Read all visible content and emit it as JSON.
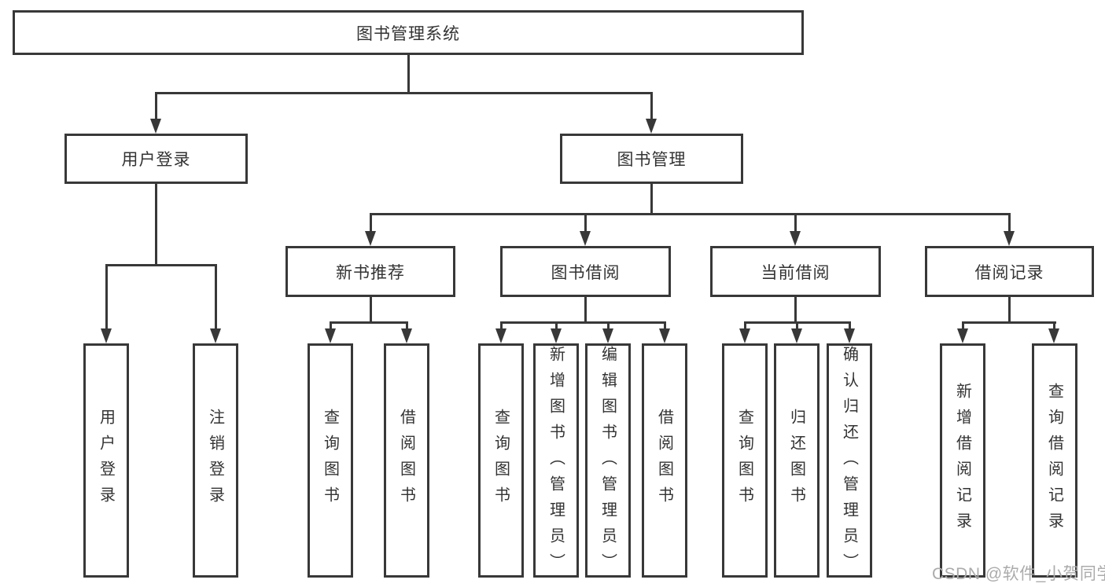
{
  "tree": {
    "root": {
      "label": "图书管理系统"
    },
    "branches": [
      {
        "label": "用户登录",
        "children": [
          {
            "label": "用户登录"
          },
          {
            "label": "注销登录"
          }
        ]
      },
      {
        "label": "图书管理",
        "children": [
          {
            "label": "新书推荐",
            "children": [
              {
                "label": "查询图书"
              },
              {
                "label": "借阅图书"
              }
            ]
          },
          {
            "label": "图书借阅",
            "children": [
              {
                "label": "查询图书"
              },
              {
                "label": "新增图书（管理员）"
              },
              {
                "label": "编辑图书（管理员）"
              },
              {
                "label": "借阅图书"
              }
            ]
          },
          {
            "label": "当前借阅",
            "children": [
              {
                "label": "查询图书"
              },
              {
                "label": "归还图书"
              },
              {
                "label": "确认归还（管理员）"
              }
            ]
          },
          {
            "label": "借阅记录",
            "children": [
              {
                "label": "新增借阅记录"
              },
              {
                "label": "查询借阅记录"
              }
            ]
          }
        ]
      }
    ]
  },
  "watermark": {
    "text": "CSDN @软件_小贺同学"
  },
  "colors": {
    "line": "#383838",
    "text": "#333333",
    "watermark": "#ababab",
    "background": "#ffffff"
  }
}
